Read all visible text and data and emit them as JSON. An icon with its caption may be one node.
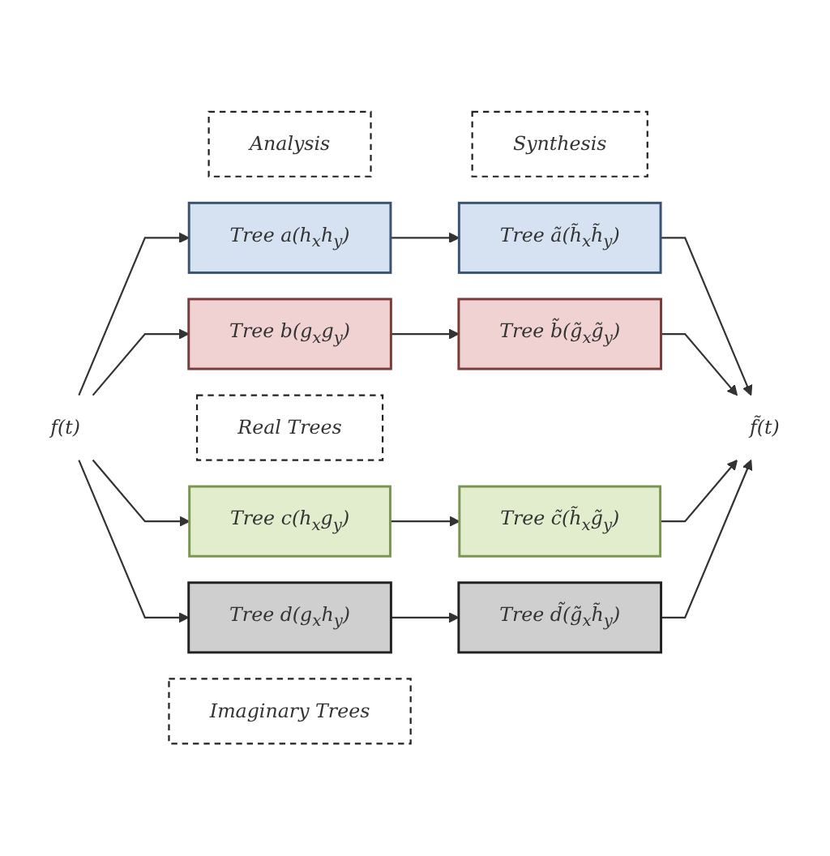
{
  "diagram": {
    "nodes": [
      {
        "text": [
          "Analysis"
        ]
      },
      {
        "text": [
          "Synthesis"
        ]
      },
      {
        "text": [
          "Tree a(h$_{x}$h$_{y}$)"
        ]
      },
      {
        "text": [
          "Tree ã(h̃$_{x}$h̃$_{y}$)"
        ]
      },
      {
        "text": [
          "Tree b(g$_{x}$g$_{y}$)"
        ]
      },
      {
        "text": [
          "Tree b̃(g̃$_{x}$g̃$_{y}$)"
        ]
      },
      {
        "text": [
          "f(t)"
        ]
      },
      {
        "text": [
          "f̃(t)"
        ]
      },
      {
        "text": [
          "Real Trees"
        ]
      },
      {
        "text": [
          "Tree c(h$_{x}$g$_{y}$)"
        ]
      },
      {
        "text": [
          "Tree c̃(h̃$_{x}$g̃$_{y}$)"
        ]
      },
      {
        "text": [
          "Tree d(g$_{x}$h$_{y}$)"
        ]
      },
      {
        "text": [
          "Tree d̃(g̃$_{x}$h̃$_{y}$)"
        ]
      },
      {
        "text": [
          "Imaginary Trees"
        ]
      }
    ],
    "edges": [
      {
        "from": 6,
        "to": 2,
        "arrow": "to"
      },
      {
        "from": 6,
        "to": 4,
        "arrow": "to"
      },
      {
        "from": 6,
        "to": 9,
        "arrow": "to"
      },
      {
        "from": 6,
        "to": 11,
        "arrow": "to"
      },
      {
        "from": 2,
        "to": 3,
        "arrow": "to"
      },
      {
        "from": 4,
        "to": 5,
        "arrow": "to"
      },
      {
        "from": 9,
        "to": 10,
        "arrow": "to"
      },
      {
        "from": 11,
        "to": 12,
        "arrow": "to"
      },
      {
        "from": 3,
        "to": 7,
        "arrow": "to"
      },
      {
        "from": 5,
        "to": 7,
        "arrow": "to"
      },
      {
        "from": 10,
        "to": 7,
        "arrow": "to"
      },
      {
        "from": 12,
        "to": 7,
        "arrow": "to"
      }
    ]
  }
}
